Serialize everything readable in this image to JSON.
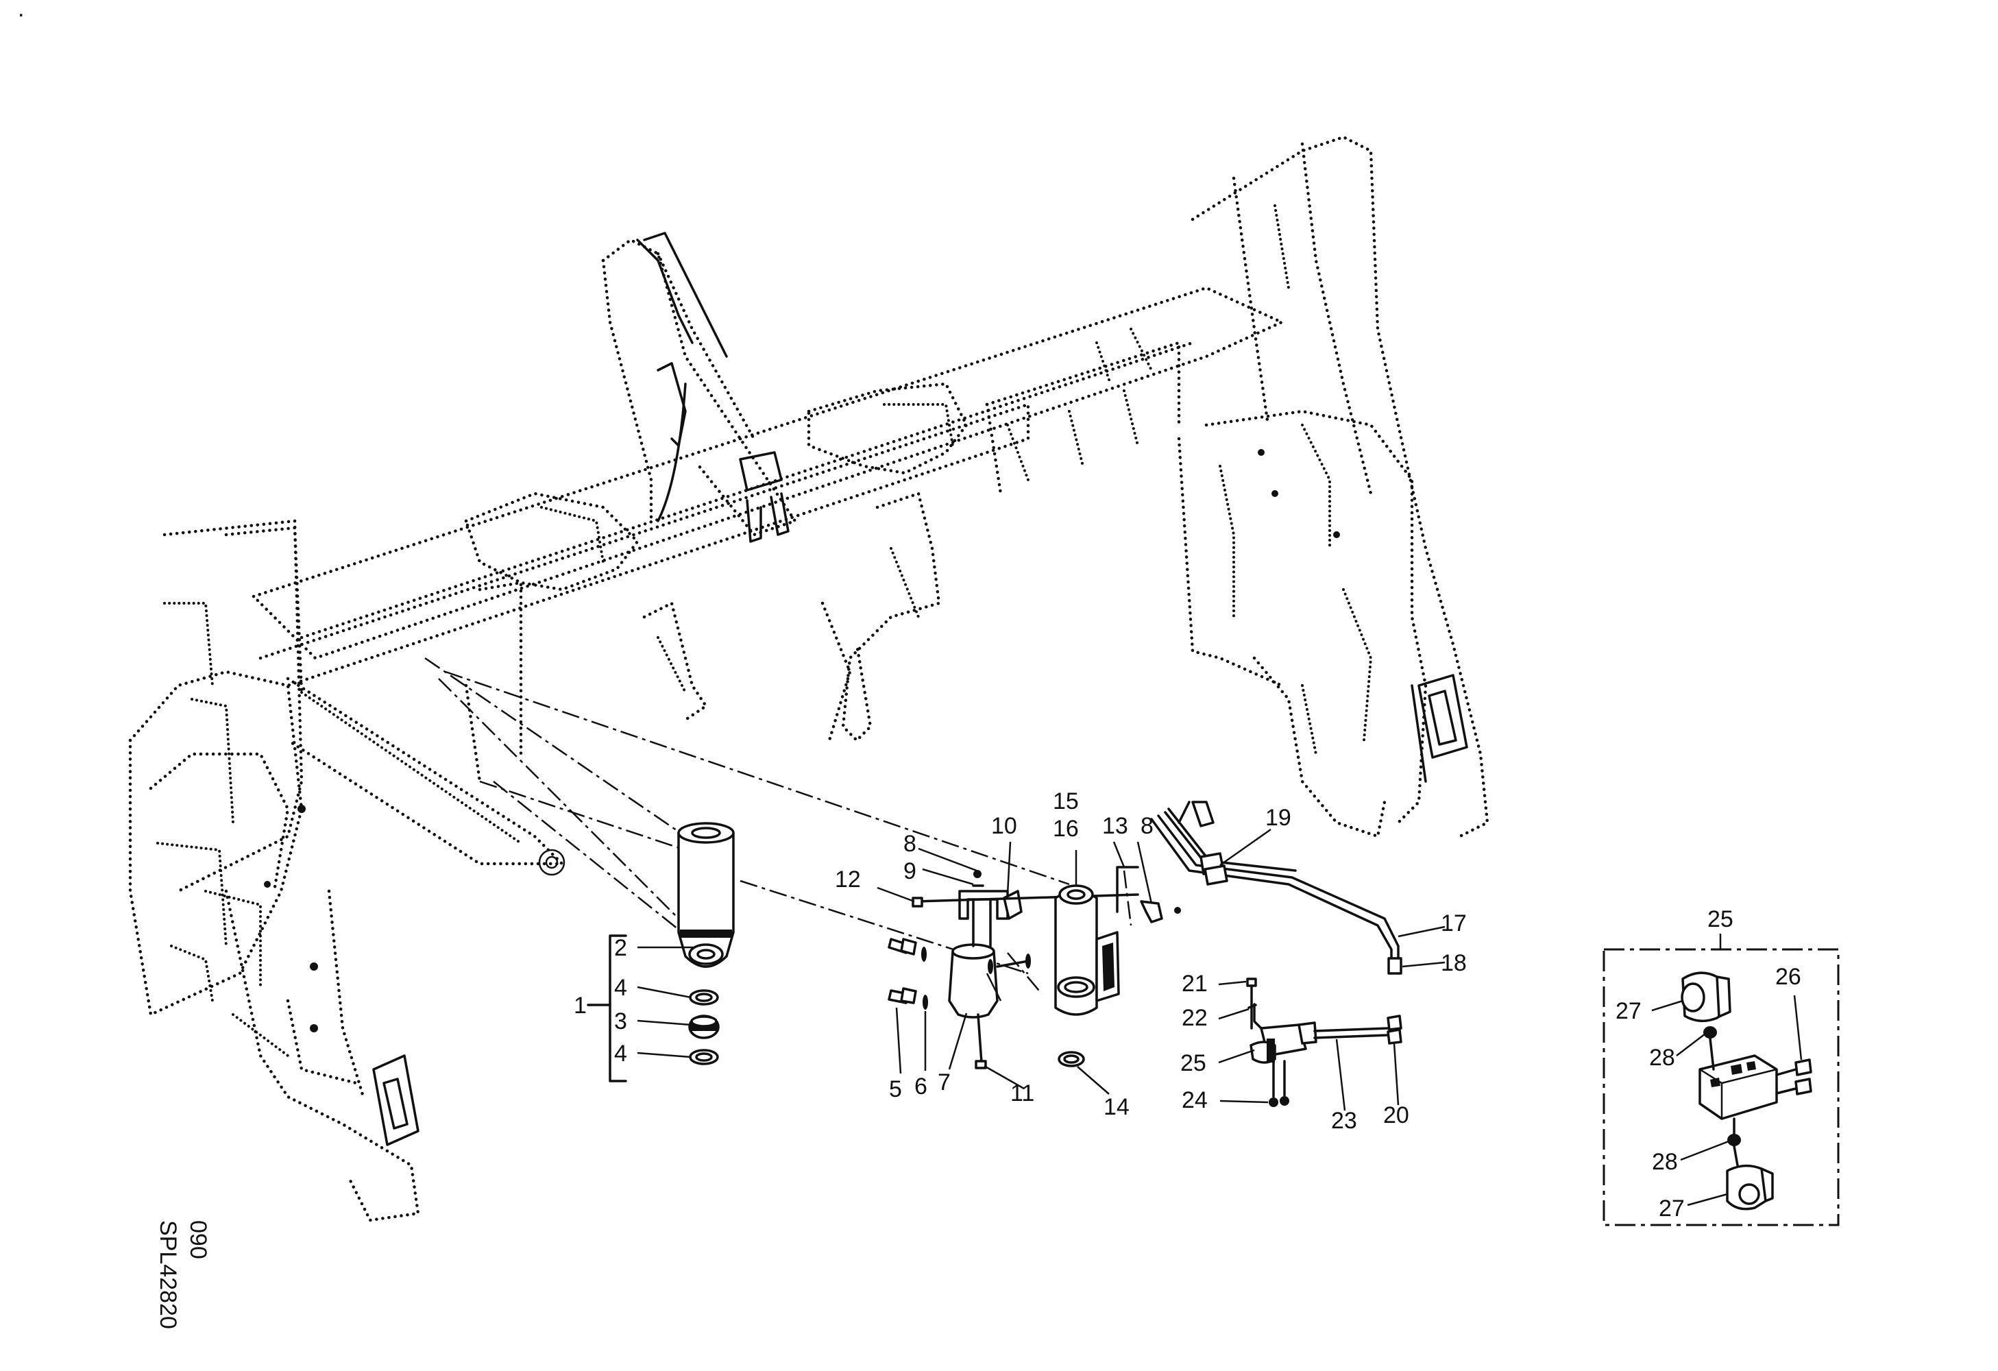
{
  "figure": {
    "drawing_code": "SPL42820",
    "drawing_rev": "090",
    "corner_mark": "."
  },
  "callouts": {
    "c1": "1",
    "c2": "2",
    "c3": "3",
    "c4a": "4",
    "c4b": "4",
    "c5": "5",
    "c6": "6",
    "c7": "7",
    "c8a": "8",
    "c8b": "8",
    "c9": "9",
    "c10": "10",
    "c11": "11",
    "c12": "12",
    "c13": "13",
    "c14": "14",
    "c15": "15",
    "c16": "16",
    "c17": "17",
    "c18": "18",
    "c19": "19",
    "c20": "20",
    "c21": "21",
    "c22": "22",
    "c23": "23",
    "c24": "24",
    "c25": "25"
  },
  "detail_box": {
    "title": "25",
    "c26": "26",
    "c27a": "27",
    "c27b": "27",
    "c28a": "28",
    "c28b": "28"
  }
}
